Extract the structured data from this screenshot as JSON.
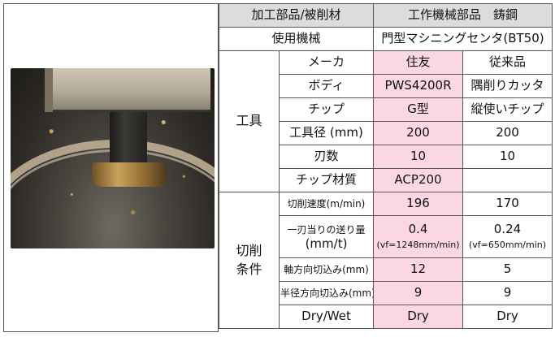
{
  "header": {
    "left": "加工部品/被削材",
    "right": "工作機械部品　鋳鋼"
  },
  "machine": {
    "label": "使用機械",
    "value": "門型マシニングセンタ(BT50)"
  },
  "tool": {
    "group_label": "工具",
    "rows": [
      {
        "label": "メーカ",
        "a": "住友",
        "b": "従来品"
      },
      {
        "label": "ボディ",
        "a": "PWS4200R",
        "b": "隅削りカッタ"
      },
      {
        "label": "チップ",
        "a": "G型",
        "b": "縦使いチップ"
      },
      {
        "label": "工具径 (mm)",
        "a": "200",
        "b": "200"
      },
      {
        "label": "刃数",
        "a": "10",
        "b": "10"
      },
      {
        "label": "チップ材質",
        "a": "ACP200",
        "b": ""
      }
    ]
  },
  "cutting": {
    "group_label_1": "切削",
    "group_label_2": "条件",
    "rows": [
      {
        "label": "切削速度(m/min)",
        "a": "196",
        "b": "170"
      },
      {
        "label_1": "一刃当りの送り量",
        "label_2": "(mm/t)",
        "a": "0.4",
        "a_sub": "(vf=1248mm/min)",
        "b": "0.24",
        "b_sub": "(vf=650mm/min)"
      },
      {
        "label": "軸方向切込み(mm)",
        "a": "12",
        "b": "5"
      },
      {
        "label": "半径方向切込み(mm)",
        "a": "9",
        "b": "9"
      },
      {
        "label": "Dry/Wet",
        "a": "Dry",
        "b": "Dry"
      }
    ]
  },
  "colors": {
    "highlight": "#fbd7e3",
    "header_gray": "#dcdcdc",
    "border": "#555555"
  }
}
